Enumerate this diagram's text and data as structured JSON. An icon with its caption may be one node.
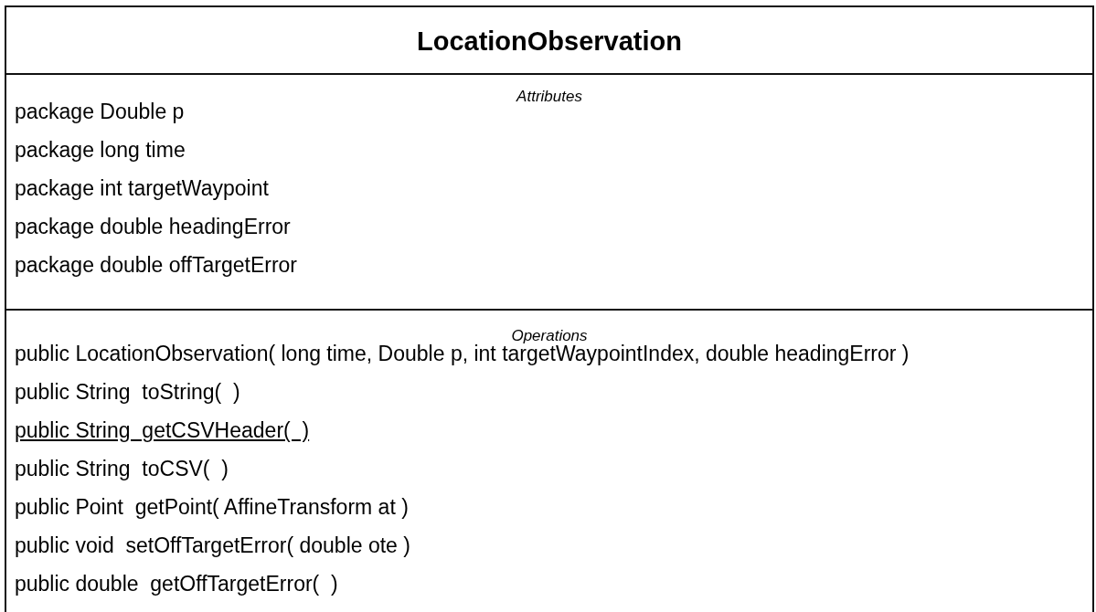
{
  "diagram": {
    "nodes": [
      {
        "text": [
          "LocationObservation"
        ]
      },
      {
        "text": [
          "Attributes",
          "package Double p",
          "package long time",
          "package int targetWaypoint",
          "package double headingError",
          "package double offTargetError"
        ],
        "in": 0
      },
      {
        "text": [
          "Operations",
          "public LocationObservation( long time, Double p, int targetWaypointIndex, double headingError )",
          "public String  toString(  )",
          "public String  getCSVHeader(  )",
          "public String  toCSV(  )",
          "public Point  getPoint( AffineTransform at )",
          "public void  setOffTargetError( double ote )",
          "public double  getOffTargetError(  )"
        ],
        "in": 0
      }
    ],
    "edges": []
  }
}
